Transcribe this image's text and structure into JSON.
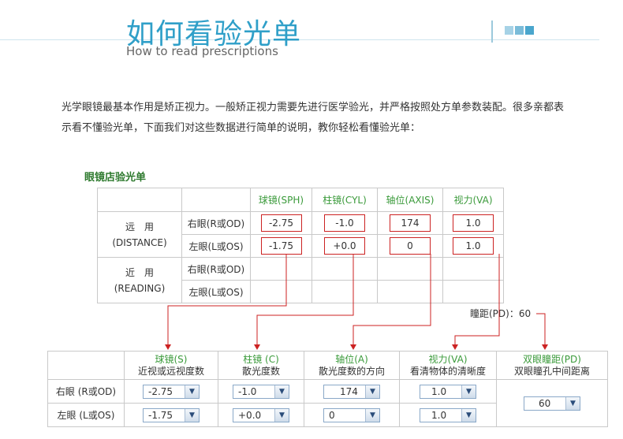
{
  "header": {
    "title": "如何看验光单",
    "subtitle": "How to read prescriptions",
    "accent_color": "#2f9fc8",
    "deco_colors": [
      "#a6d2e6",
      "#7bbcd9",
      "#4aa6cd"
    ]
  },
  "intro": {
    "text": "光学眼镜最基本作用是矫正视力。一般矫正视力需要先进行医学验光，并严格按照处方单参数装配。很多亲都表示看不懂验光单，下面我们对这些数据进行简单的说明，教你轻松看懂验光单："
  },
  "prescription": {
    "title": "眼镜店验光单",
    "headers": [
      "球镜(SPH)",
      "柱镜(CYL)",
      "轴位(AXIS)",
      "视力(VA)"
    ],
    "distance": {
      "label_cn": "远　用",
      "label_en": "(DISTANCE)",
      "rows": [
        {
          "eye": "右眼(R或OD)",
          "sph": "-2.75",
          "cyl": "-1.0",
          "axis": "174",
          "va": "1.0"
        },
        {
          "eye": "左眼(L或OS)",
          "sph": "-1.75",
          "cyl": "+0.0",
          "axis": "0",
          "va": "1.0"
        }
      ]
    },
    "reading": {
      "label_cn": "近　用",
      "label_en": "(READING)",
      "rows": [
        {
          "eye": "右眼(R或OD)"
        },
        {
          "eye": "左眼(L或OS)"
        }
      ]
    },
    "pd_label": "瞳距(PD)：60",
    "highlight_color": "#cc2222"
  },
  "form": {
    "columns": [
      {
        "title": "球镜(S)",
        "desc": "近视或远视度数"
      },
      {
        "title": "柱镜 (C)",
        "desc": "散光度数"
      },
      {
        "title": "轴位(A)",
        "desc": "散光度数的方向"
      },
      {
        "title": "视力(VA)",
        "desc": "看清物体的清晰度"
      },
      {
        "title": "双眼瞳距(PD)",
        "desc": "双眼瞳孔中间距离"
      }
    ],
    "rows": [
      {
        "eye": "右眼 (R或OD)",
        "sph": "-2.75",
        "cyl": "-1.0",
        "axis": "174",
        "va": "1.0"
      },
      {
        "eye": "左眼 (L或OS)",
        "sph": "-1.75",
        "cyl": "+0.0",
        "axis": "0",
        "va": "1.0"
      }
    ],
    "pd": "60",
    "dropdown_icon": "chevron-down-icon"
  }
}
